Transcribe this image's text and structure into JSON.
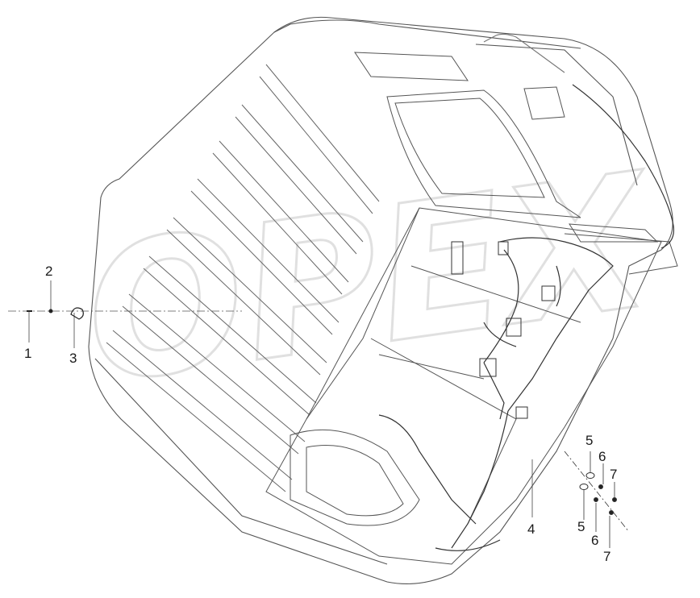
{
  "callouts": [
    {
      "id": "c1",
      "label": "1"
    },
    {
      "id": "c2",
      "label": "2"
    },
    {
      "id": "c3",
      "label": "3"
    },
    {
      "id": "c4",
      "label": "4"
    },
    {
      "id": "c5a",
      "label": "5"
    },
    {
      "id": "c6a",
      "label": "6"
    },
    {
      "id": "c7a",
      "label": "7"
    },
    {
      "id": "c5b",
      "label": "5"
    },
    {
      "id": "c6b",
      "label": "6"
    },
    {
      "id": "c7b",
      "label": "7"
    }
  ],
  "watermark": {
    "text": "OPEX"
  },
  "colors": {
    "line": "#333333",
    "light": "#9a9a9a",
    "watermark": "#d9d9d9"
  }
}
